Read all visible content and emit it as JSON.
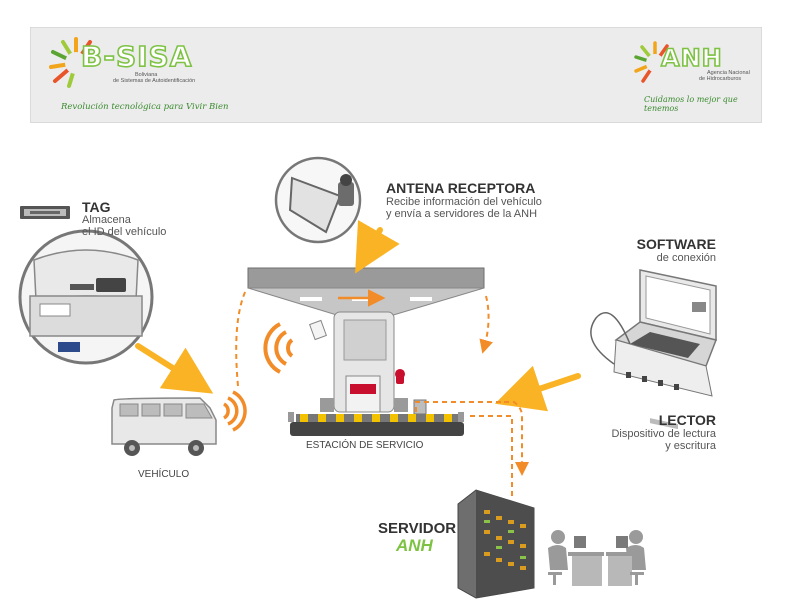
{
  "header": {
    "bsisa_logo_text": "B-SISA",
    "bsisa_subtitle_1": "Boliviana",
    "bsisa_subtitle_2": "de Sistemas de Autoidentificación",
    "bsisa_slogan": "Revolución tecnológica para Vivir Bien",
    "anh_logo_text": "ANH",
    "anh_subtitle_1": "Agencia Nacional",
    "anh_subtitle_2": "de Hidrocarburos",
    "anh_slogan": "Cuidamos lo mejor que tenemos"
  },
  "tag": {
    "title": "TAG",
    "line1": "Almacena",
    "line2": "el ID del vehículo"
  },
  "antenna": {
    "title": "ANTENA RECEPTORA",
    "line1": "Recibe información del vehículo",
    "line2": "y envía a servidores de la ANH"
  },
  "software": {
    "title": "SOFTWARE",
    "line1": "de conexión"
  },
  "reader": {
    "title": "LECTOR",
    "line1": "Dispositivo de lectura",
    "line2": "y escritura"
  },
  "station": {
    "label": "ESTACIÓN DE SERVICIO"
  },
  "vehicle": {
    "label": "VEHÍCULO"
  },
  "server": {
    "title": "SERVIDOR",
    "subtitle": "ANH"
  },
  "colors": {
    "accent_orange": "#f28c28",
    "arrow_yellow": "#f9b324",
    "brand_green": "#7dc242"
  }
}
